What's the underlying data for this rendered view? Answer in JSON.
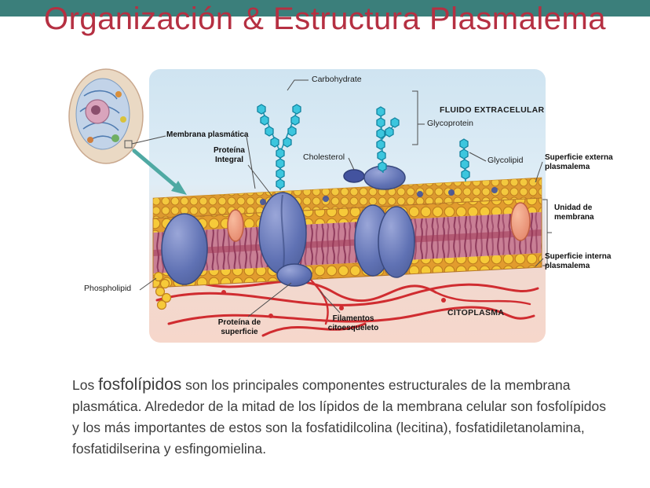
{
  "header": {
    "title": "Organización & Estructura Plasmalema"
  },
  "theme": {
    "title_color": "#b53042",
    "band_color": "#3b7f7b"
  },
  "diagram": {
    "labels": {
      "carbohydrate": "Carbohydrate",
      "glycoprotein": "Glycoprotein",
      "fluido_extracelular": "FLUIDO EXTRACELULAR",
      "membrana_plasmatica": "Membrana plasmática",
      "proteina_integral": "Proteína Integral",
      "cholesterol": "Cholesterol",
      "glycolipid": "Glycolipid",
      "superficie_externa": "Superficie externa plasmalema",
      "unidad_membrana": "Unidad de membrana",
      "superficie_interna": "Superficie interna plasmalema",
      "phospholipid": "Phospholipid",
      "proteina_superficie": "Proteína de superficie",
      "filamentos": "Filamentos citoesqueleto",
      "citoplasma": "CITOPLASMA"
    },
    "colors": {
      "extracellular_bg": "#cfe4f1",
      "cytoplasm_bg": "#f6d7cb",
      "lipid_head_yellow": "#f6ca39",
      "protein_blue": "#6072b4",
      "sugar_teal": "#3cc6de",
      "filament_red": "#d02c30",
      "salmon_protein": "#ef9579"
    }
  },
  "body": {
    "text_lead": "Los ",
    "text_term": "fosfolípidos",
    "text_rest": " son los principales componentes estructurales de la membrana plasmática. Alrededor de la mitad de los lípidos de la membrana celular son fosfolípidos y los más importantes de estos son la fosfatidilcolina (lecitina), fosfatidiletanolamina, fosfatidilserina y esfingomielina."
  }
}
